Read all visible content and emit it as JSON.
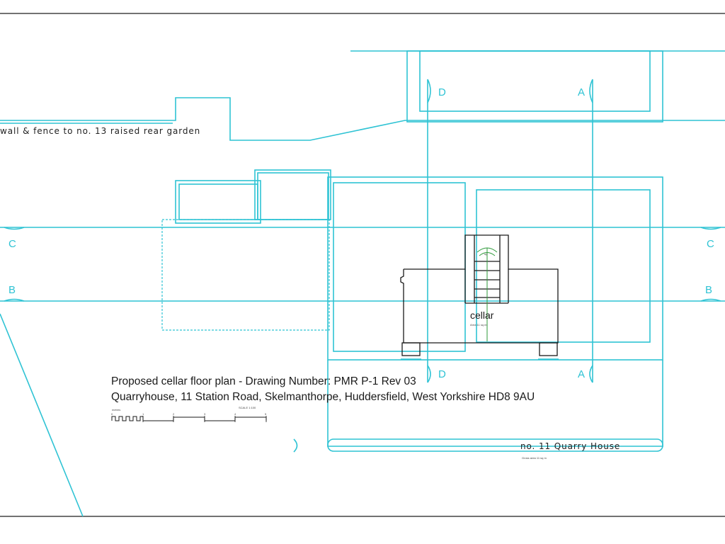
{
  "drawing": {
    "title": "Proposed cellar floor plan - Drawing Number: PMR P-1 Rev  03",
    "address": "Quarryhouse, 11 Station Road, Skelmanthorpe, Huddersfield, West Yorkshire HD8 9AU"
  },
  "annotations": {
    "boundary_note": "wall & fence to no. 13 raised rear garden",
    "room_name": "cellar",
    "room_area": "Area 11 sq m",
    "house_name": "no. 11 Quarry House",
    "gross_area": "Gross area 11 sq m",
    "stair_note": "up"
  },
  "section_markers": {
    "a": "A",
    "b": "B",
    "c": "C",
    "d": "D"
  },
  "scale_bar": {
    "unit_label": "metres",
    "scale_label": "SCALE 1:100",
    "ticks": [
      "0",
      "1",
      "2",
      "3",
      "4",
      "5"
    ]
  },
  "colors": {
    "plan_line": "#2fc3d4",
    "proposed_line": "#1a1a1a",
    "frame_line": "#444444"
  }
}
